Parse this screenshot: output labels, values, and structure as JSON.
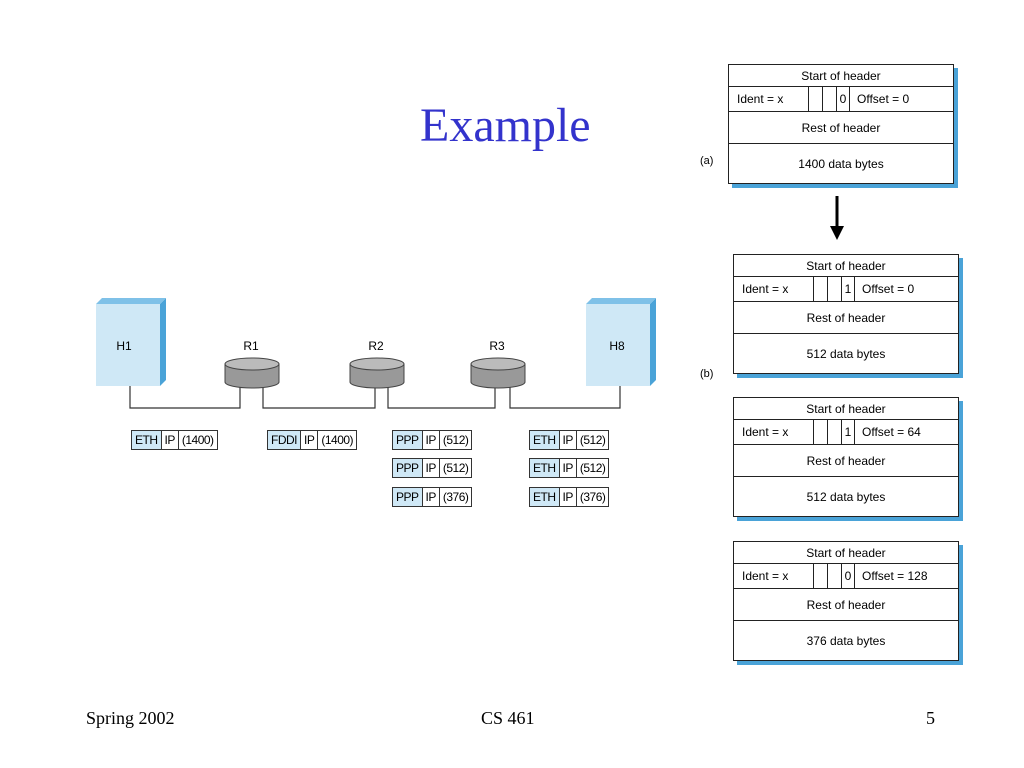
{
  "slide": {
    "title": "Example",
    "footer_left": "Spring 2002",
    "footer_center": "CS 461",
    "footer_right": "5"
  },
  "network": {
    "hosts": [
      "H1",
      "H8"
    ],
    "routers": [
      "R1",
      "R2",
      "R3"
    ],
    "packets": [
      {
        "link": "ETH",
        "ip": "IP",
        "size": "(1400)"
      },
      {
        "link": "FDDI",
        "ip": "IP",
        "size": "(1400)"
      },
      {
        "link": "PPP",
        "ip": "IP",
        "size": "(512)"
      },
      {
        "link": "PPP",
        "ip": "IP",
        "size": "(512)"
      },
      {
        "link": "PPP",
        "ip": "IP",
        "size": "(376)"
      },
      {
        "link": "ETH",
        "ip": "IP",
        "size": "(512)"
      },
      {
        "link": "ETH",
        "ip": "IP",
        "size": "(512)"
      },
      {
        "link": "ETH",
        "ip": "IP",
        "size": "(376)"
      }
    ]
  },
  "headers": {
    "caption_a": "(a)",
    "caption_b": "(b)",
    "boxes": [
      {
        "start": "Start of header",
        "ident": "Ident = x",
        "mf": "0",
        "offset": "Offset = 0",
        "rest": "Rest of header",
        "data": "1400 data bytes"
      },
      {
        "start": "Start of header",
        "ident": "Ident = x",
        "mf": "1",
        "offset": "Offset = 0",
        "rest": "Rest of header",
        "data": "512 data bytes"
      },
      {
        "start": "Start of header",
        "ident": "Ident = x",
        "mf": "1",
        "offset": "Offset = 64",
        "rest": "Rest of header",
        "data": "512 data bytes"
      },
      {
        "start": "Start of header",
        "ident": "Ident = x",
        "mf": "0",
        "offset": "Offset = 128",
        "rest": "Rest of header",
        "data": "376 data bytes"
      }
    ]
  },
  "colors": {
    "title": "#3333cc",
    "host_front": "#cfe8f6",
    "host_side": "#4aa3d8",
    "router": "#999999",
    "shadow": "#4aa3d8"
  }
}
